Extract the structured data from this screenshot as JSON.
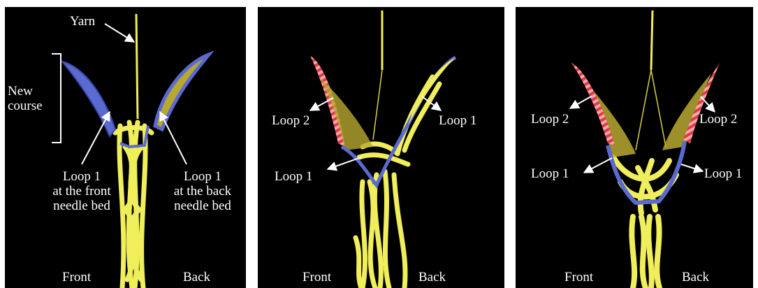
{
  "panels": [
    {
      "yarn": "Yarn",
      "new_course": [
        "New",
        "course"
      ],
      "loop_front": [
        "Loop 1",
        "at the front",
        "needle bed"
      ],
      "loop_back": [
        "Loop 1",
        "at the back",
        "needle bed"
      ],
      "front": "Front",
      "back": "Back"
    },
    {
      "loop2": "Loop 2",
      "loop1_right": "Loop 1",
      "loop1_left": "Loop 1",
      "front": "Front",
      "back": "Back"
    },
    {
      "loop2_left": "Loop 2",
      "loop2_right": "Loop 2",
      "loop1_left": "Loop 1",
      "loop1_right": "Loop 1",
      "front": "Front",
      "back": "Back"
    }
  ],
  "colors": {
    "background": "#000000",
    "yarn": "#f0ee5a",
    "yarn_shadow": "#b8a830",
    "loop_blue": "#5a6ad0",
    "loop_red": "#e23a45",
    "loop_pink": "#f4a8b0",
    "label": "#ffffff"
  }
}
